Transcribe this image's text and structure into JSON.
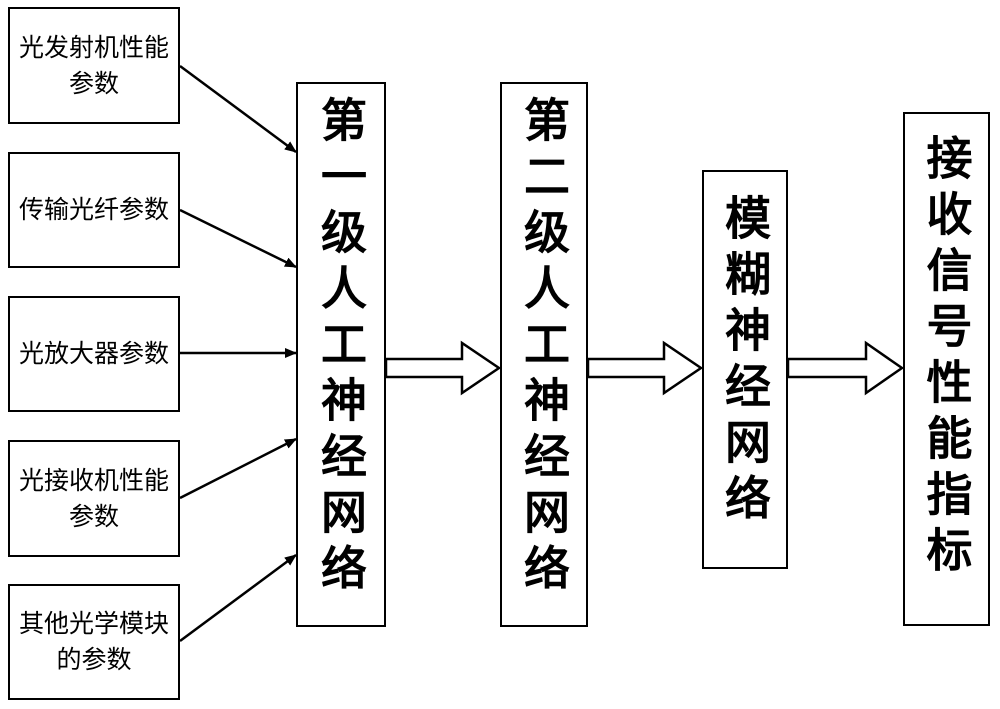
{
  "inputs": [
    {
      "label": "光发射机性能参数"
    },
    {
      "label": "传输光纤参数"
    },
    {
      "label": "光放大器参数"
    },
    {
      "label": "光接收机性能参数"
    },
    {
      "label": "其他光学模块的参数"
    }
  ],
  "stages": {
    "first_ann": "第一级人工神经网络",
    "second_ann": "第二级人工神经网络",
    "fuzzy_nn": "模糊神经网络",
    "output": "接收信号性能指标"
  }
}
